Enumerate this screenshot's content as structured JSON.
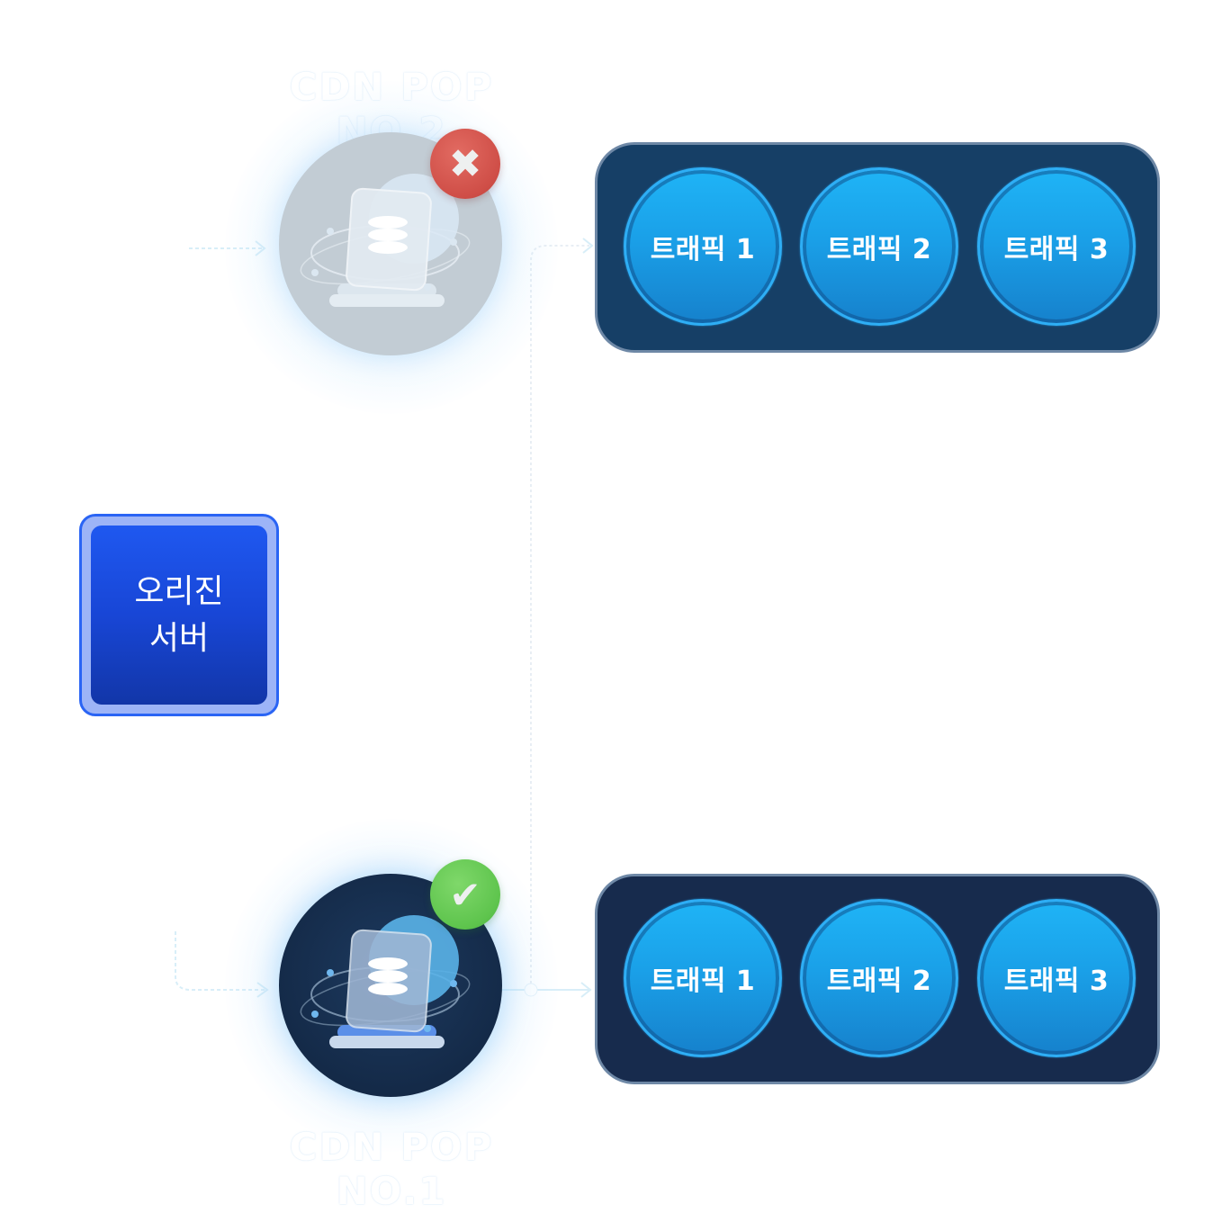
{
  "diagram": {
    "origin_server": {
      "line1": "오리진",
      "line2": "서버"
    },
    "pops": [
      {
        "id": "pop2",
        "label": "CDN POP NO.2",
        "status": "failed",
        "status_icon": "x-mark-icon",
        "status_symbol": "✖",
        "traffic": [
          "트래픽 1",
          "트래픽 2",
          "트래픽 3"
        ]
      },
      {
        "id": "pop1",
        "label": "CDN POP NO.1",
        "status": "ok",
        "status_icon": "check-mark-icon",
        "status_symbol": "✔",
        "traffic": [
          "트래픽 1",
          "트래픽 2",
          "트래픽 3"
        ]
      }
    ],
    "colors": {
      "origin_blue": "#1f58f0",
      "failed_badge": "#cf4e47",
      "ok_badge": "#5ec44d",
      "traffic_box_top": "#163f66",
      "traffic_box_bottom": "#172b4d",
      "traffic_circle": "#1aa0e8"
    }
  }
}
